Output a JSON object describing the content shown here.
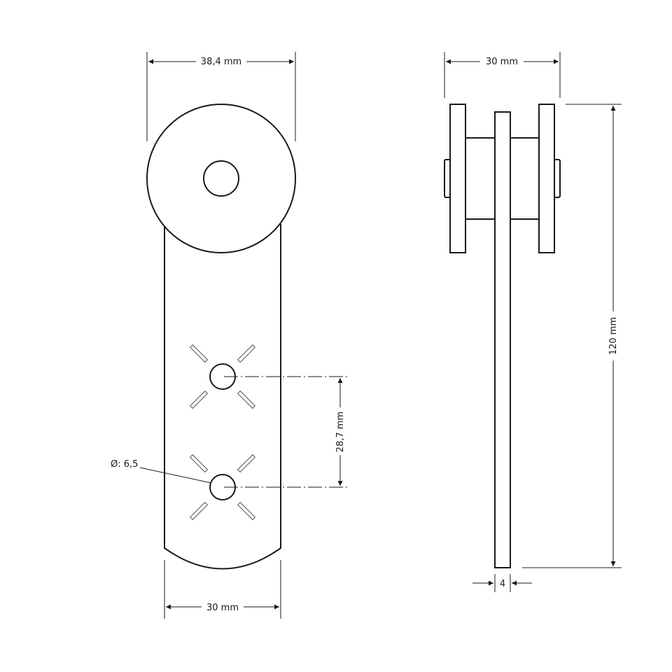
{
  "dimensions": {
    "wheel_diameter": "38,4 mm",
    "strap_width": "30 mm",
    "side_width": "30 mm",
    "total_height": "120 mm",
    "hole_spacing": "28,7 mm",
    "hole_diameter": "Ø: 6,5",
    "strap_thickness": "4"
  }
}
